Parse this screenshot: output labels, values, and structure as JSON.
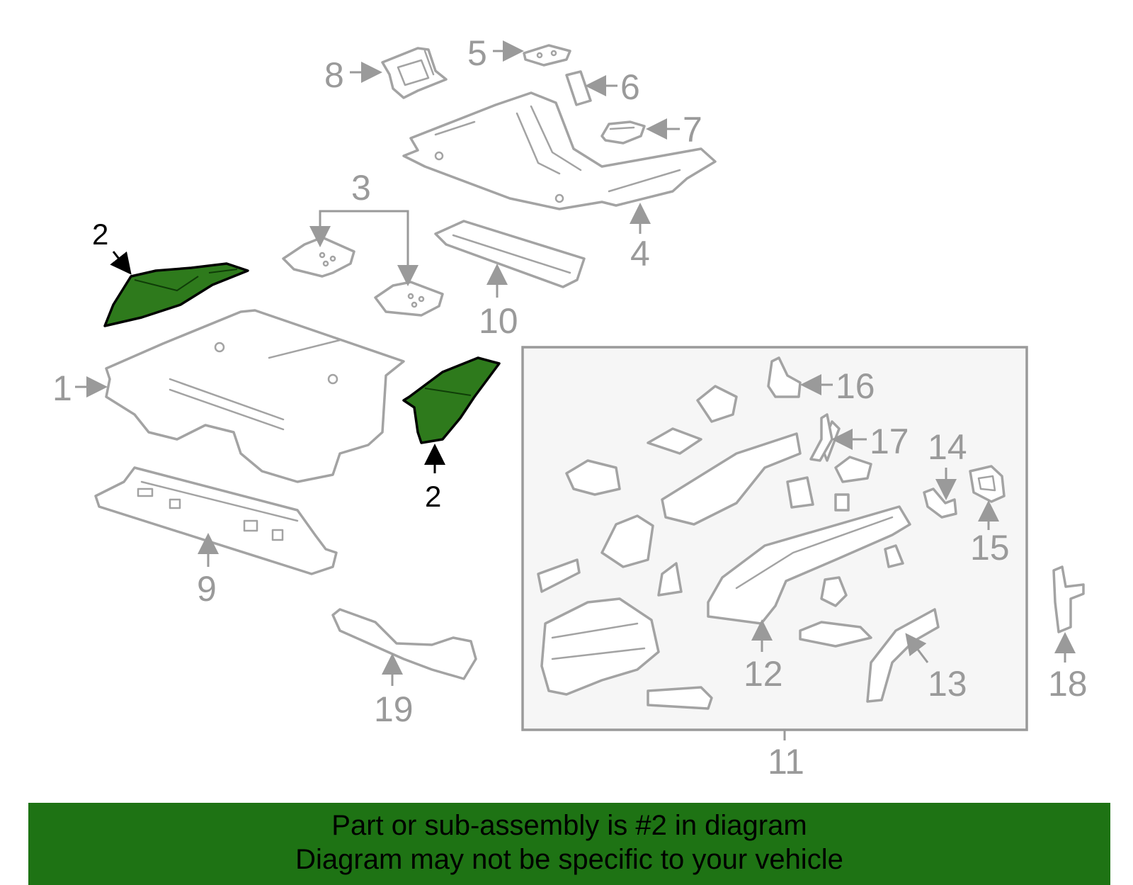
{
  "diagram": {
    "callouts": {
      "c1": "1",
      "c2a": "2",
      "c2b": "2",
      "c3": "3",
      "c4": "4",
      "c5": "5",
      "c6": "6",
      "c7": "7",
      "c8": "8",
      "c9": "9",
      "c10": "10",
      "c11": "11",
      "c12": "12",
      "c13": "13",
      "c14": "14",
      "c15": "15",
      "c16": "16",
      "c17": "17",
      "c18": "18",
      "c19": "19"
    },
    "highlight_color": "#2e7a1c",
    "highlighted_part": "2"
  },
  "banner": {
    "line1": "Part or sub-assembly is #2 in diagram",
    "line2": "Diagram may not be specific to your vehicle",
    "background": "#1e7314"
  }
}
